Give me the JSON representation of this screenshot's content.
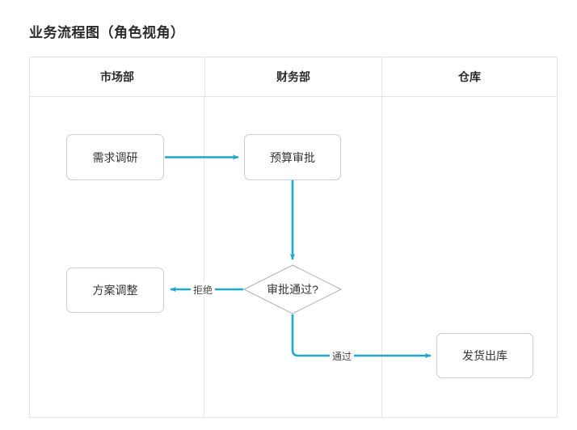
{
  "page": {
    "title": "业务流程图（角色视角）",
    "background": "#ffffff",
    "accent_color": "#1fa8cd",
    "node_border_color": "#c9cdd4",
    "table_border_color": "#e2e2e2",
    "text_color": "#333333"
  },
  "swimlane": {
    "columns": [
      {
        "id": "marketing",
        "label": "市场部"
      },
      {
        "id": "finance",
        "label": "财务部"
      },
      {
        "id": "warehouse",
        "label": "仓库"
      }
    ]
  },
  "flow": {
    "nodes": [
      {
        "id": "demand",
        "label": "需求调研",
        "shape": "rounded-rect",
        "lane": "市场部"
      },
      {
        "id": "budget",
        "label": "预算审批",
        "shape": "rounded-rect",
        "lane": "财务部"
      },
      {
        "id": "decision",
        "label": "审批通过?",
        "shape": "diamond",
        "lane": "财务部"
      },
      {
        "id": "adjust",
        "label": "方案调整",
        "shape": "rounded-rect",
        "lane": "市场部"
      },
      {
        "id": "ship",
        "label": "发货出库",
        "shape": "rounded-rect",
        "lane": "仓库"
      }
    ],
    "edges": [
      {
        "id": "e1",
        "from": "demand",
        "to": "budget",
        "label": ""
      },
      {
        "id": "e2",
        "from": "budget",
        "to": "decision",
        "label": ""
      },
      {
        "id": "e3",
        "from": "decision",
        "to": "adjust",
        "label": "拒绝"
      },
      {
        "id": "e4",
        "from": "decision",
        "to": "ship",
        "label": "通过"
      }
    ]
  }
}
